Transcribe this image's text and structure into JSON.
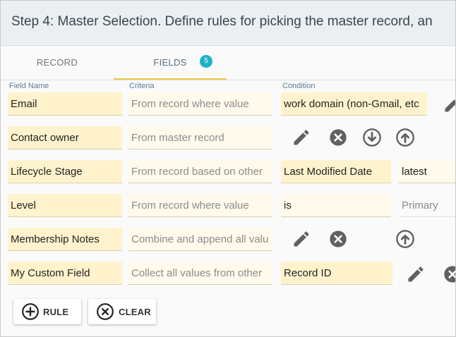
{
  "header": {
    "title": "Step 4: Master Selection. Define rules for picking the master record, an"
  },
  "tabs": [
    {
      "label": "RECORD"
    },
    {
      "label": "FIELDS",
      "badge": "5"
    }
  ],
  "columns": {
    "field_name": "Field Name",
    "criteria": "Criteria",
    "condition": "Condition"
  },
  "rows": [
    {
      "field": "Email",
      "criteria": "From record where value",
      "condition": "work domain (non-Gmail, etc"
    },
    {
      "field": "Contact owner",
      "criteria": "From master record"
    },
    {
      "field": "Lifecycle Stage",
      "criteria": "From record based on other",
      "condition": "Last Modified Date",
      "extra": "latest"
    },
    {
      "field": "Level",
      "criteria": "From record where value",
      "condition": "is",
      "extra": "Primary"
    },
    {
      "field": "Membership Notes",
      "criteria": "Combine and append all valu"
    },
    {
      "field": "My Custom Field",
      "criteria": "Collect all values from other",
      "condition": "Record ID"
    }
  ],
  "buttons": {
    "rule": "RULE",
    "clear": "CLEAR"
  }
}
